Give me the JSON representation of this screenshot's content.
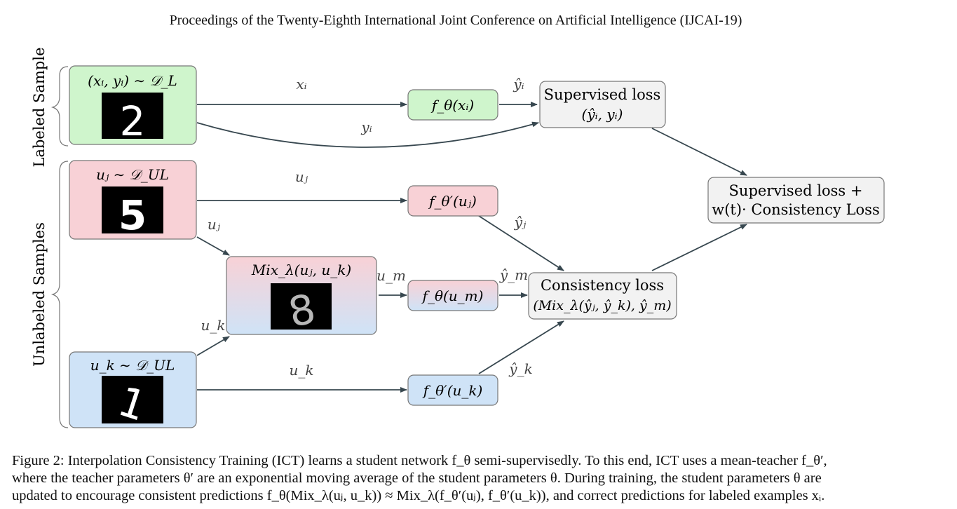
{
  "header": "Proceedings of the Twenty-Eighth International Joint Conference on Artificial Intelligence (IJCAI-19)",
  "brace_labels": {
    "labeled": "Labeled Sample",
    "unlabeled": "Unlabeled Samples"
  },
  "samples": {
    "labeled": {
      "dist": "(xᵢ, yᵢ) ∼ 𝒟_L",
      "digit": "2"
    },
    "unlabeled_j": {
      "dist": "uⱼ ∼ 𝒟_UL",
      "digit": "5"
    },
    "unlabeled_k": {
      "dist": "u_k ∼ 𝒟_UL",
      "digit": "1"
    }
  },
  "mix_box": {
    "label": "Mix_λ(uⱼ, u_k)",
    "digit": "8"
  },
  "networks": {
    "student_xi": "f_θ(xᵢ)",
    "teacher_uj": "f_θ′(uⱼ)",
    "student_um": "f_θ(u_m)",
    "teacher_uk": "f_θ′(u_k)"
  },
  "losses": {
    "supervised": {
      "line1": "Supervised loss",
      "line2": "(ŷᵢ, yᵢ)"
    },
    "consistency": {
      "line1": "Consistency loss",
      "line2": "(Mix_λ(ŷⱼ, ŷ_k), ŷ_m)"
    },
    "total": {
      "line1": "Supervised loss +",
      "line2": "w(t)· Consistency Loss"
    }
  },
  "edge_labels": {
    "xi": "xᵢ",
    "yi": "yᵢ",
    "yhat_i": "ŷᵢ",
    "uj_top": "uⱼ",
    "uj_mix": "uⱼ",
    "yhat_j": "ŷⱼ",
    "um": "u_m",
    "yhat_m": "ŷ_m",
    "uk_mix": "u_k",
    "uk_bottom": "u_k",
    "yhat_k": "ŷ_k"
  },
  "caption": {
    "line1": "Figure 2: Interpolation Consistency Training (ICT) learns a student network f_θ semi-supervisedly. To this end, ICT uses a mean-teacher f_θ′,",
    "line2": "where the teacher parameters θ′ are an exponential moving average of the student parameters θ. During training, the student parameters θ are",
    "line3": "updated to encourage consistent predictions f_θ(Mix_λ(uⱼ, u_k)) ≈ Mix_λ(f_θ′(uⱼ), f_θ′(u_k)), and correct predictions for labeled examples xᵢ."
  },
  "colors": {
    "green": "#cff5cc",
    "pink": "#f8d1d6",
    "blue": "#cfe3f7",
    "gray": "#f2f2f2",
    "edge": "#37474f",
    "border": "#777777",
    "digit_bg": "#000000"
  }
}
